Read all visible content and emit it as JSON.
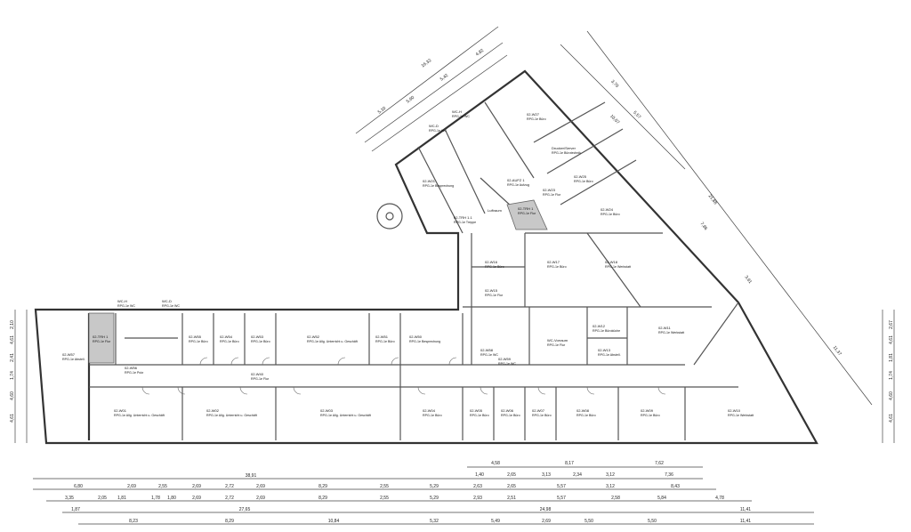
{
  "plan": {
    "rooms_lower_top": [
      {
        "num": "02-TRH 1",
        "name": "RPG-1e Flur"
      },
      {
        "num": "WC-H",
        "name": "RPG-1e WC"
      },
      {
        "num": "WC-D",
        "name": "RPG-1e WC"
      },
      {
        "num": "02-W55",
        "name": "RPG-1e Büro"
      },
      {
        "num": "02-W54",
        "name": "RPG-1e Büro"
      },
      {
        "num": "02-W53",
        "name": "RPG-1e Büro"
      },
      {
        "num": "02-W52",
        "name": "RPG-1e Allg. Unterricht u. Geschäft"
      },
      {
        "num": "02-W51",
        "name": "RPG-1e Büro"
      },
      {
        "num": "02-W50",
        "name": "RPG-1e Besprechung"
      }
    ],
    "rooms_lower_bottom": [
      {
        "num": "02-W01",
        "name": "RPG-1e Allg. Unterricht u. Geschäft"
      },
      {
        "num": "02-W02",
        "name": "RPG-1e Allg. Unterricht u. Geschäft"
      },
      {
        "num": "02-W03",
        "name": "RPG-1e Allg. Unterricht u. Geschäft"
      },
      {
        "num": "02-W04",
        "name": "RPG-1e Büro"
      },
      {
        "num": "02-W05",
        "name": "RPG-1e Büro"
      },
      {
        "num": "02-W06",
        "name": "RPG-1e Büro"
      },
      {
        "num": "02-W07",
        "name": "RPG-1e Büro"
      },
      {
        "num": "02-W08",
        "name": "RPG-1e Büro"
      },
      {
        "num": "02-W09",
        "name": "RPG-1e Büro"
      },
      {
        "num": "02-W10",
        "name": "RPG-1e Werkstatt"
      }
    ],
    "corridor": {
      "num": "02-W40",
      "name": "RPG-1e Flur"
    },
    "small_rooms": [
      {
        "num": "02-W57",
        "name": "RPG-1e Abstell."
      },
      {
        "num": "02-W56",
        "name": "RPG-1e Putz"
      },
      {
        "num": "02-W58",
        "name": "RPG-1e WC"
      },
      {
        "num": "02-W59",
        "name": "RPG-1e WC"
      },
      {
        "num": "WC-Vorraum",
        "name": "RPG-1e Flur"
      },
      {
        "num": "02-W12",
        "name": "RPG-1e Büroküche"
      },
      {
        "num": "02-W13",
        "name": "RPG-1e Abstell."
      },
      {
        "num": "02-W11",
        "name": "RPG-1e Werkstatt"
      }
    ],
    "rooms_right_wing": [
      {
        "num": "02-W16",
        "name": "RPG-1e Büro"
      },
      {
        "num": "02-W17",
        "name": "RPG-1e Büro"
      },
      {
        "num": "02-W18",
        "name": "RPG-1e Werkstatt"
      },
      {
        "num": "02-W15",
        "name": "RPG-1e Flur"
      }
    ],
    "rooms_upper_wing": [
      {
        "num": "02-W21",
        "name": "RPG-1e Besprechung"
      },
      {
        "num": "02-W27",
        "name": "RPG-1e Büro"
      },
      {
        "num": "Drucker/Server",
        "name": "RPG-1e Bürotechnik"
      },
      {
        "num": "02-W25",
        "name": "RPG-1e Büro"
      },
      {
        "num": "02-W24",
        "name": "RPG-1e Büro"
      },
      {
        "num": "02-W23",
        "name": "RPG-1e Flur"
      },
      {
        "num": "02-TRH 1",
        "name": "RPG-1e Flur"
      },
      {
        "num": "02-TRH 1.1",
        "name": "RPG-1e Treppe"
      },
      {
        "num": "Luftraum",
        "name": ""
      },
      {
        "num": "02-AUFZ 1",
        "name": "RPG-1e Aufzug"
      },
      {
        "num": "WC-H",
        "name": "RPG-1e WC"
      },
      {
        "num": "WC-D",
        "name": "RPG-1e WC"
      }
    ]
  },
  "dimensions": {
    "row0": [
      "4,58",
      "8,17",
      "7,62"
    ],
    "row1": [
      "1,40",
      "2,65",
      "3,13",
      "2,34",
      "3,12",
      "7,36"
    ],
    "row_total": [
      "38,91"
    ],
    "row2": [
      "6,80",
      "2,69",
      "2,55",
      "2,69",
      "2,72",
      "2,69",
      "8,29",
      "2,55",
      "5,29",
      "2,63",
      "2,65",
      "5,57",
      "3,12",
      "8,43"
    ],
    "row3": [
      "3,35",
      "2,05",
      "1,81",
      "1,78",
      "1,80",
      "2,69",
      "2,72",
      "2,69",
      "8,29",
      "2,55",
      "5,29",
      "2,93",
      "2,51",
      "5,57",
      "2,58",
      "5,84",
      "4,78"
    ],
    "row4": [
      "1,87",
      "27,65",
      "24,98",
      "11,41"
    ],
    "row5": [
      "8,23",
      "8,29",
      "10,84",
      "5,32",
      "5,49",
      "2,69",
      "5,50",
      "5,50",
      "11,41"
    ],
    "left_vertical": [
      "2,10",
      "4,61",
      "2,41",
      "1,74",
      "4,60",
      "4,61"
    ],
    "right_vertical": [
      "2,67",
      "4,61",
      "1,81",
      "1,74",
      "4,60",
      "4,61"
    ],
    "diagonal_left": [
      "5,10",
      "5,60",
      "5,42",
      "4,82",
      "16,32"
    ],
    "diagonal_right": [
      "3,70",
      "5,57",
      "10,07",
      "21,88",
      "11,37",
      "7,86",
      "3,61"
    ]
  }
}
